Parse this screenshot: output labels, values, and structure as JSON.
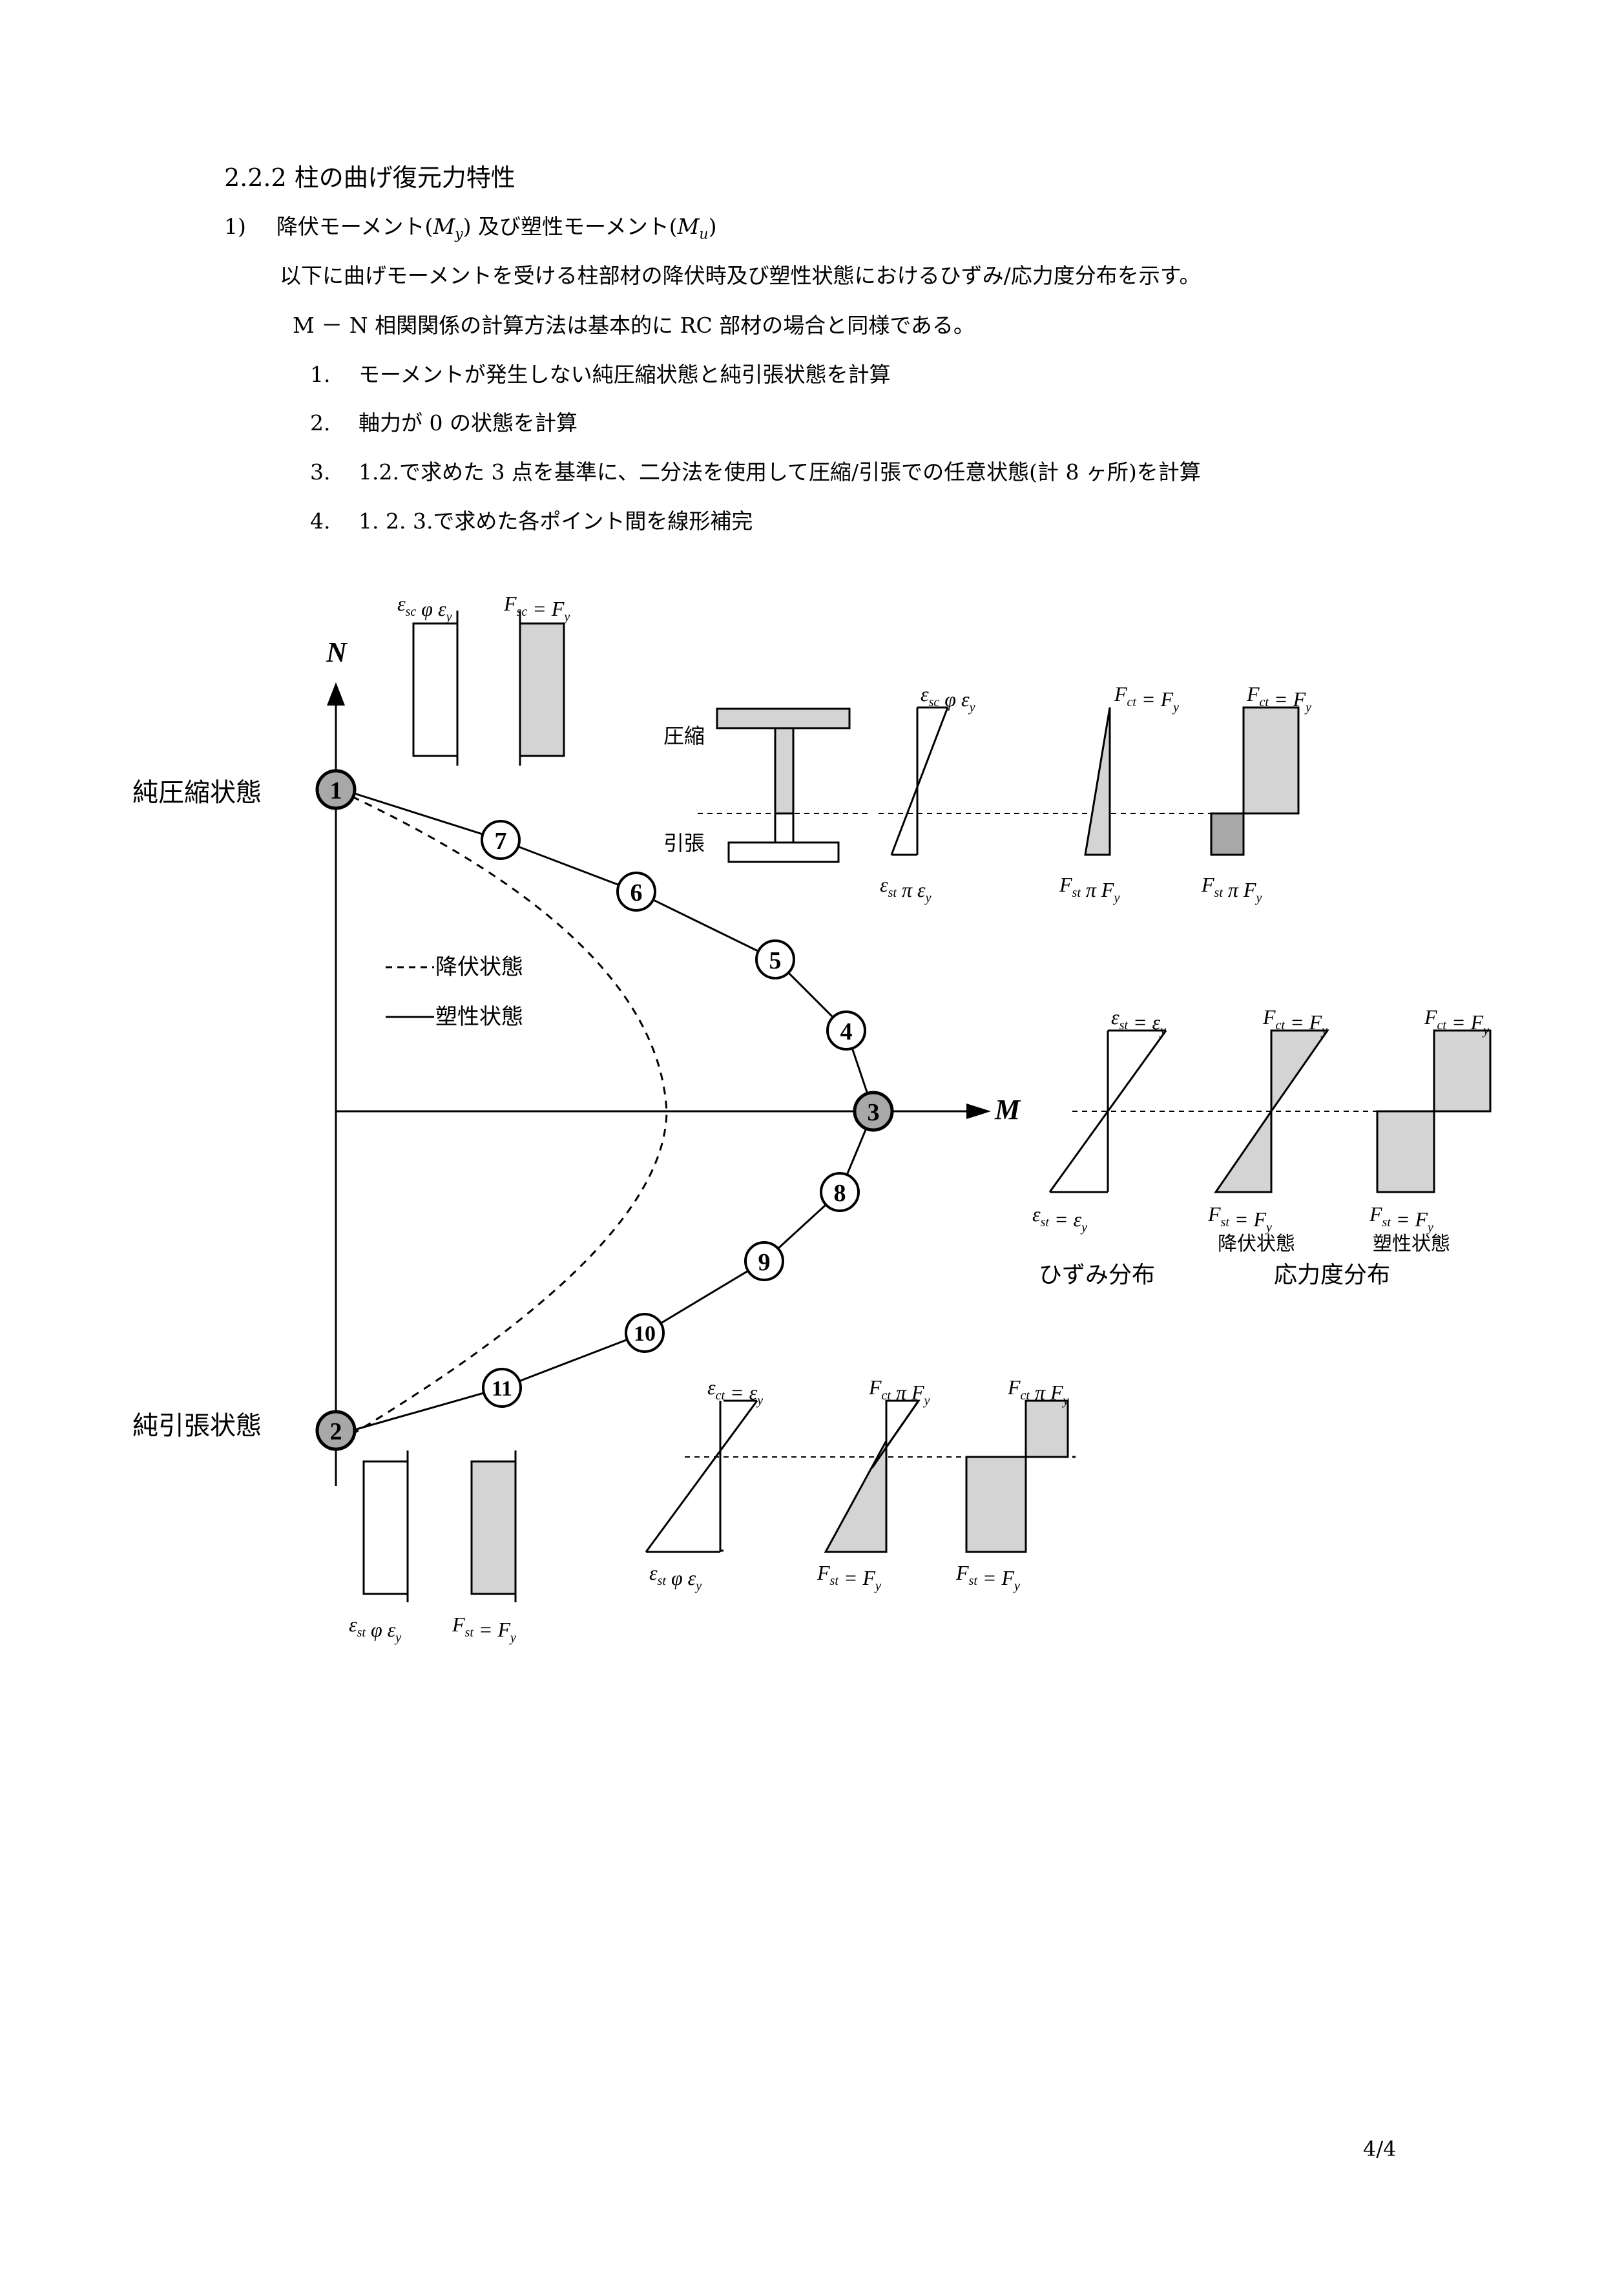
{
  "section": {
    "title": "2.2.2 柱の曲げ復元力特性",
    "item1": {
      "number": "1)",
      "label_a": "降伏モーメント(",
      "sym_my": "M",
      "sub_y": "y",
      "mid": ")  及び塑性モーメント(",
      "sym_mu": "M",
      "sub_u": "u",
      "close": ")"
    },
    "paragraph": "以下に曲げモーメントを受ける柱部材の降伏時及び塑性状態におけるひずみ/応力度分布を示す。",
    "note": "M － N 相関関係の計算方法は基本的に RC 部材の場合と同様である。",
    "steps": [
      {
        "num": "1.",
        "text": "モーメントが発生しない純圧縮状態と純引張状態を計算"
      },
      {
        "num": "2.",
        "text": "軸力が 0 の状態を計算"
      },
      {
        "num": "3.",
        "text": "1.2.で求めた 3 点を基準に、二分法を使用して圧縮/引張での任意状態(計 8 ヶ所)を計算"
      },
      {
        "num": "4.",
        "text": "1. 2. 3.で求めた各ポイント間を線形補完"
      }
    ]
  },
  "figure": {
    "axis_n": "N",
    "axis_m": "M",
    "state_compression": "純圧縮状態",
    "state_tension": "純引張状態",
    "legend": {
      "yield": "降伏状態",
      "plastic": "塑性状態"
    },
    "section_labels": {
      "compression": "圧縮",
      "tension": "引張"
    },
    "points": [
      "1",
      "2",
      "3",
      "4",
      "5",
      "6",
      "7",
      "8",
      "9",
      "10",
      "11"
    ],
    "formulas": {
      "c1": {
        "sym": "ε",
        "sub": "sc",
        "op": "φ",
        "rhs": "ε",
        "rsub": "y"
      },
      "c2": {
        "sym": "F",
        "sub": "sc",
        "op": "=",
        "rhs": "F",
        "rsub": "y"
      },
      "b1": {
        "sym": "ε",
        "sub": "sc",
        "op": "φ",
        "rhs": "ε",
        "rsub": "y"
      },
      "b2": {
        "sym": "F",
        "sub": "ct",
        "op": "=",
        "rhs": "F",
        "rsub": "y"
      },
      "b3": {
        "sym": "F",
        "sub": "ct",
        "op": "=",
        "rhs": "F",
        "rsub": "y"
      },
      "b4": {
        "sym": "ε",
        "sub": "st",
        "op": "π",
        "rhs": "ε",
        "rsub": "y"
      },
      "b5": {
        "sym": "F",
        "sub": "st",
        "op": "π",
        "rhs": "F",
        "rsub": "y"
      },
      "b6": {
        "sym": "F",
        "sub": "st",
        "op": "π",
        "rhs": "F",
        "rsub": "y"
      },
      "m1": {
        "sym": "ε",
        "sub": "st",
        "op": "=",
        "rhs": "ε",
        "rsub": "y"
      },
      "m2": {
        "sym": "F",
        "sub": "ct",
        "op": "=",
        "rhs": "F",
        "rsub": "y"
      },
      "m3": {
        "sym": "F",
        "sub": "ct",
        "op": "=",
        "rhs": "F",
        "rsub": "y"
      },
      "m4": {
        "sym": "ε",
        "sub": "st",
        "op": "=",
        "rhs": "ε",
        "rsub": "y"
      },
      "m5": {
        "sym": "F",
        "sub": "st",
        "op": "=",
        "rhs": "F",
        "rsub": "y"
      },
      "m6": {
        "sym": "F",
        "sub": "st",
        "op": "=",
        "rhs": "F",
        "rsub": "y"
      },
      "l1": {
        "sym": "ε",
        "sub": "ct",
        "op": "=",
        "rhs": "ε",
        "rsub": "y"
      },
      "l2": {
        "sym": "F",
        "sub": "ct",
        "op": "π",
        "rhs": "F",
        "rsub": "y"
      },
      "l3": {
        "sym": "F",
        "sub": "ct",
        "op": "π",
        "rhs": "F",
        "rsub": "y"
      },
      "l4": {
        "sym": "ε",
        "sub": "st",
        "op": "φ",
        "rhs": "ε",
        "rsub": "y"
      },
      "l5": {
        "sym": "F",
        "sub": "st",
        "op": "=",
        "rhs": "F",
        "rsub": "y"
      },
      "l6": {
        "sym": "F",
        "sub": "st",
        "op": "=",
        "rhs": "F",
        "rsub": "y"
      },
      "t1": {
        "sym": "ε",
        "sub": "st",
        "op": "φ",
        "rhs": "ε",
        "rsub": "y"
      },
      "t2": {
        "sym": "F",
        "sub": "st",
        "op": "=",
        "rhs": "F",
        "rsub": "y"
      }
    },
    "mid_captions": {
      "yield_state": "降伏状態",
      "plastic_state": "塑性状態",
      "strain_dist": "ひずみ分布",
      "stress_dist": "応力度分布"
    }
  },
  "page_number": "4/4",
  "colors": {
    "fill_gray": "#d4d4d4",
    "point_gray": "#a8a8a8",
    "ink": "#000000"
  }
}
